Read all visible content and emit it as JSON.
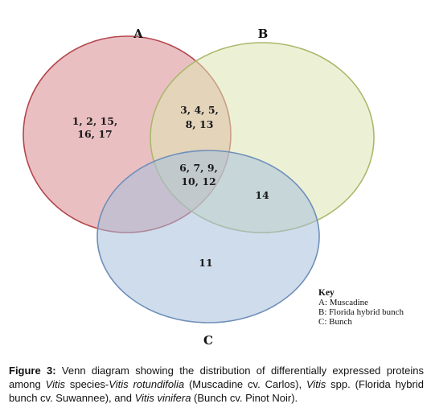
{
  "diagram": {
    "sets": [
      {
        "id": "A",
        "label": "A",
        "fill": "#d98a90",
        "stroke": "#b2474c"
      },
      {
        "id": "B",
        "label": "B",
        "fill": "#dde6b4",
        "stroke": "#a9b86a"
      },
      {
        "id": "C",
        "label": "C",
        "fill": "#a7bfdc",
        "stroke": "#6f8fb9"
      }
    ],
    "regions": {
      "a_only": [
        "1, 2, 15,",
        "16, 17"
      ],
      "ab": [
        "3, 4, 5,",
        "8, 13"
      ],
      "abc": [
        "6, 7, 9,",
        "10, 12"
      ],
      "bc": [
        "14"
      ],
      "c_only": [
        "11"
      ]
    }
  },
  "key": {
    "title": "Key",
    "items": [
      "A: Muscadine",
      "B: Florida hybrid bunch",
      "C: Bunch"
    ]
  },
  "caption": {
    "label": "Figure 3:",
    "part1": " Venn diagram showing the distribution of differentially expressed proteins among ",
    "it1": "Vitis",
    "part2": " species-",
    "it2": "Vitis rotundifolia",
    "part3": " (Muscadine cv. Carlos), ",
    "it3": "Vitis",
    "part4": " spp. (Florida hybrid bunch cv. Suwannee), and ",
    "it4": "Vitis vinifera",
    "part5": " (Bunch cv. Pinot Noir)."
  }
}
